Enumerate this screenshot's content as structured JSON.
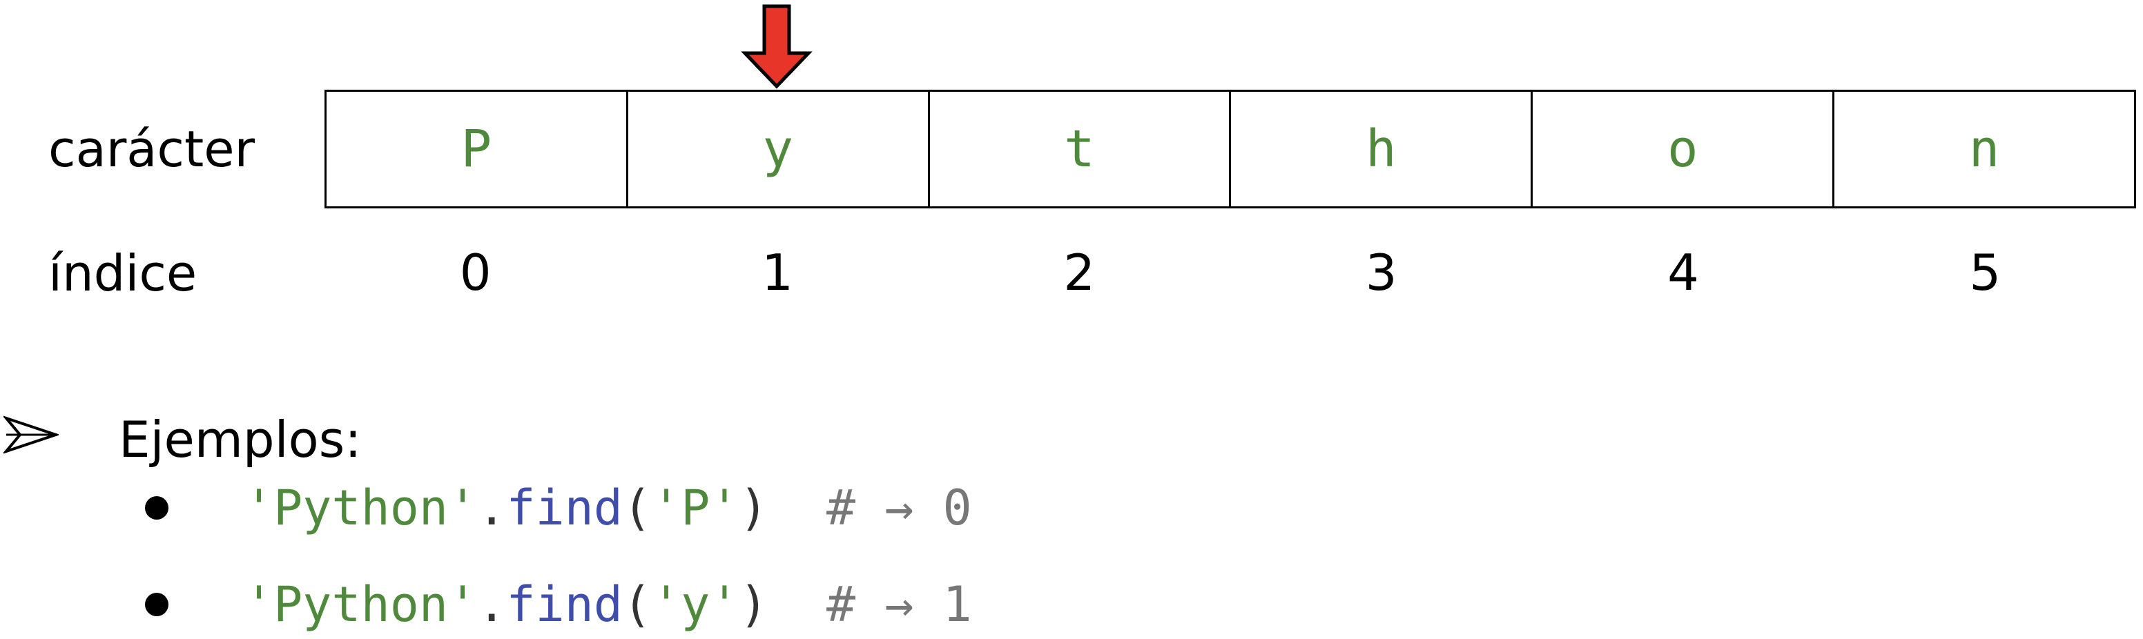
{
  "labels": {
    "character": "carácter",
    "index": "índice"
  },
  "characters": [
    "P",
    "y",
    "t",
    "h",
    "o",
    "n"
  ],
  "indices": [
    "0",
    "1",
    "2",
    "3",
    "4",
    "5"
  ],
  "pointer": {
    "target_index": 1,
    "color": "#e8352a"
  },
  "section": {
    "heading": "Ejemplos:"
  },
  "examples": [
    {
      "string": "'Python'",
      "dot": ".",
      "method": "find",
      "open": "(",
      "arg": "'P'",
      "close": ")",
      "comment": "# → 0"
    },
    {
      "string": "'Python'",
      "dot": ".",
      "method": "find",
      "open": "(",
      "arg": "'y'",
      "close": ")",
      "comment": "# → 1"
    }
  ],
  "colors": {
    "string": "#4f8a3c",
    "method": "#3f4eaa",
    "comment": "#777777"
  }
}
